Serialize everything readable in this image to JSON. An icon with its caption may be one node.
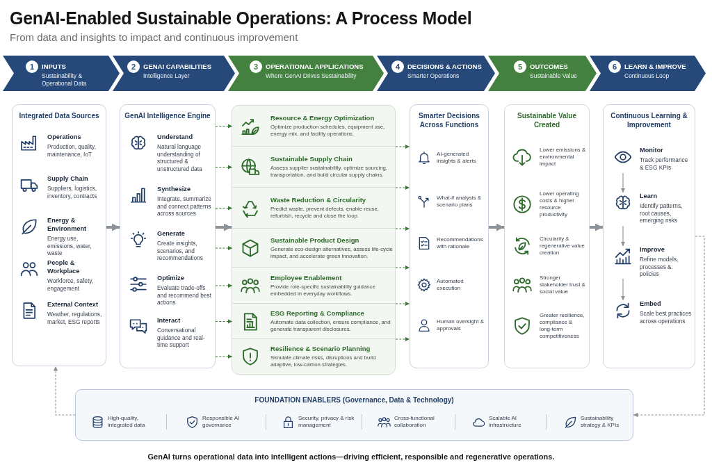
{
  "diagram": {
    "title": "GenAI-Enabled Sustainable Operations: A Process Model",
    "caption": "GenAI turns operational data into intelligent actions—driving efficient, responsible and regenerative operations.",
    "nodes": [
      {
        "text": [
          "1",
          "INPUTS",
          "Sustainability & Operational Data"
        ]
      },
      {
        "text": [
          "2",
          "GENAI CAPABILITIES",
          "Intelligence Layer"
        ]
      },
      {
        "text": [
          "3",
          "OPERATIONAL APPLICATIONS",
          "Where GenAI Drives Sustainability"
        ]
      },
      {
        "text": [
          "4",
          "DECISIONS & ACTIONS",
          "Smarter Operations"
        ]
      },
      {
        "text": [
          "5",
          "OUTCOMES",
          "Sustainable Value"
        ]
      },
      {
        "text": [
          "6",
          "LEARN & IMPROVE",
          "Continuous Loop"
        ]
      },
      {
        "text": [
          "Integrated Data Sources"
        ]
      },
      {
        "text": [
          "Operations",
          "Production, quality, maintenance, IoT"
        ],
        "in": 6
      },
      {
        "text": [
          "Supply Chain",
          "Suppliers, logistics, inventory, contracts"
        ],
        "in": 6
      },
      {
        "text": [
          "Energy & Environment",
          "Energy use, emissions, water, waste"
        ],
        "in": 6
      },
      {
        "text": [
          "People & Workplace",
          "Workforce, safety, engagement"
        ],
        "in": 6
      },
      {
        "text": [
          "External Context",
          "Weather, regulations, market, ESG reports"
        ],
        "in": 6
      },
      {
        "text": [
          "GenAI Intelligence Engine"
        ]
      },
      {
        "text": [
          "Understand",
          "Natural language understanding of structured & unstructured data"
        ],
        "in": 12
      },
      {
        "text": [
          "Synthesize",
          "Integrate, summarize and connect patterns across sources"
        ],
        "in": 12
      },
      {
        "text": [
          "Generate",
          "Create insights, scenarios, and recommendations"
        ],
        "in": 12
      },
      {
        "text": [
          "Optimize",
          "Evaluate trade-offs and recommend best actions"
        ],
        "in": 12
      },
      {
        "text": [
          "Interact",
          "Conversational guidance and real-time support"
        ],
        "in": 12
      },
      {
        "text": [],
        "shape": "box"
      },
      {
        "text": [
          "Resource & Energy Optimization",
          "Optimize production schedules, equipment use, energy mix, and facility operations."
        ],
        "in": 18
      },
      {
        "text": [
          "Sustainable Supply Chain",
          "Assess supplier sustainability, optimize sourcing, transportation, and build circular supply chains."
        ],
        "in": 18
      },
      {
        "text": [
          "Waste Reduction & Circularity",
          "Predict waste, prevent defects, enable reuse, refurbish, recycle and close the loop."
        ],
        "in": 18
      },
      {
        "text": [
          "Sustainable Product Design",
          "Generate eco-design alternatives, assess life-cycle impact, and accelerate green innovation."
        ],
        "in": 18
      },
      {
        "text": [
          "Employee Enablement",
          "Provide role-specific sustainability guidance embedded in everyday workflows."
        ],
        "in": 18
      },
      {
        "text": [
          "ESG Reporting & Compliance",
          "Automate data collection, ensure compliance, and generate transparent disclosures."
        ],
        "in": 18
      },
      {
        "text": [
          "Resilience & Scenario Planning",
          "Simulate climate risks, disruptions and build adaptive, low-carbon strategies."
        ],
        "in": 18
      },
      {
        "text": [
          "Smarter Decisions Across Functions"
        ]
      },
      {
        "text": [
          "AI-generated insights & alerts"
        ],
        "in": 26
      },
      {
        "text": [
          "What-if analysis & scenario plans"
        ],
        "in": 26
      },
      {
        "text": [
          "Recommendations with rationale"
        ],
        "in": 26
      },
      {
        "text": [
          "Automated execution"
        ],
        "in": 26
      },
      {
        "text": [
          "Human oversight & approvals"
        ],
        "in": 26
      },
      {
        "text": [
          "Sustainable Value Created"
        ]
      },
      {
        "text": [
          "Lower emissions & environmental impact"
        ],
        "in": 32
      },
      {
        "text": [
          "Lower operating costs & higher resource productivity"
        ],
        "in": 32
      },
      {
        "text": [
          "Circularity & regenerative value creation"
        ],
        "in": 32
      },
      {
        "text": [
          "Stronger stakeholder trust & social value"
        ],
        "in": 32
      },
      {
        "text": [
          "Greater resilience, compliance & long-term competitiveness"
        ],
        "in": 32
      },
      {
        "text": [
          "Continuous Learning & Improvement"
        ]
      },
      {
        "text": [
          "Monitor",
          "Track performance & ESG KPIs"
        ],
        "in": 38
      },
      {
        "text": [
          "Learn",
          "Identify patterns, root causes, emerging risks"
        ],
        "in": 38
      },
      {
        "text": [
          "Improve",
          "Refine models, processes & policies"
        ],
        "in": 38
      },
      {
        "text": [
          "Embed",
          "Scale best practices across operations"
        ],
        "in": 38
      },
      {
        "text": [
          "FOUNDATION ENABLERS (Governance, Data & Technology)"
        ]
      },
      {
        "text": [
          "High-quality, integrated data"
        ],
        "in": 43
      },
      {
        "text": [
          "Responsible AI governance"
        ],
        "in": 43
      },
      {
        "text": [
          "Security, privacy & risk management"
        ],
        "in": 43
      },
      {
        "text": [
          "Cross-functional collaboration"
        ],
        "in": 43
      },
      {
        "text": [
          "Scalable AI infrastructure"
        ],
        "in": 43
      },
      {
        "text": [
          "Sustainability strategy & KPIs"
        ],
        "in": 43
      }
    ],
    "edges": [
      {
        "from": 6,
        "to": 12,
        "arrow": "to",
        "style": "thick",
        "color": "#8d9198"
      },
      {
        "from": 12,
        "to": 18,
        "arrow": "to",
        "style": "thick",
        "color": "#8d9198"
      },
      {
        "from": 12,
        "to": 19,
        "arrow": "to",
        "style": "dashed"
      },
      {
        "from": 12,
        "to": 20,
        "arrow": "to",
        "style": "dashed"
      },
      {
        "from": 12,
        "to": 21,
        "arrow": "to",
        "style": "dashed"
      },
      {
        "from": 12,
        "to": 22,
        "arrow": "to",
        "style": "dashed"
      },
      {
        "from": 12,
        "to": 23,
        "arrow": "to",
        "style": "dashed"
      },
      {
        "from": 12,
        "to": 24,
        "arrow": "to",
        "style": "dashed"
      },
      {
        "from": 12,
        "to": 25,
        "arrow": "to",
        "style": "dashed"
      },
      {
        "from": 18,
        "to": 26,
        "arrow": "to",
        "style": "dashed"
      },
      {
        "from": 18,
        "to": 26,
        "arrow": "to",
        "style": "dashed"
      },
      {
        "from": 18,
        "to": 26,
        "arrow": "to",
        "style": "dashed"
      },
      {
        "from": 18,
        "to": 26,
        "arrow": "to",
        "style": "dashed"
      },
      {
        "from": 18,
        "to": 26,
        "arrow": "to",
        "style": "dashed"
      },
      {
        "from": 18,
        "to": 26,
        "arrow": "to",
        "style": "dashed"
      },
      {
        "from": 26,
        "to": 32,
        "arrow": "to",
        "style": "thick",
        "color": "#8d9198"
      },
      {
        "from": 32,
        "to": 38,
        "arrow": "to",
        "style": "thick",
        "color": "#8d9198"
      },
      {
        "from": 39,
        "to": 40,
        "arrow": "to",
        "color": "#8d9198"
      },
      {
        "from": 40,
        "to": 41,
        "arrow": "to",
        "color": "#8d9198"
      },
      {
        "from": 41,
        "to": 42,
        "arrow": "to",
        "color": "#8d9198"
      },
      {
        "from": 38,
        "to": 43,
        "arrow": "to",
        "style": "dashed",
        "color": "#8d9198"
      },
      {
        "from": 43,
        "to": 6,
        "arrow": "to",
        "style": "dashed",
        "color": "#8d9198"
      }
    ],
    "labels": [
      "From data and insights to impact and continuous improvement"
    ]
  }
}
